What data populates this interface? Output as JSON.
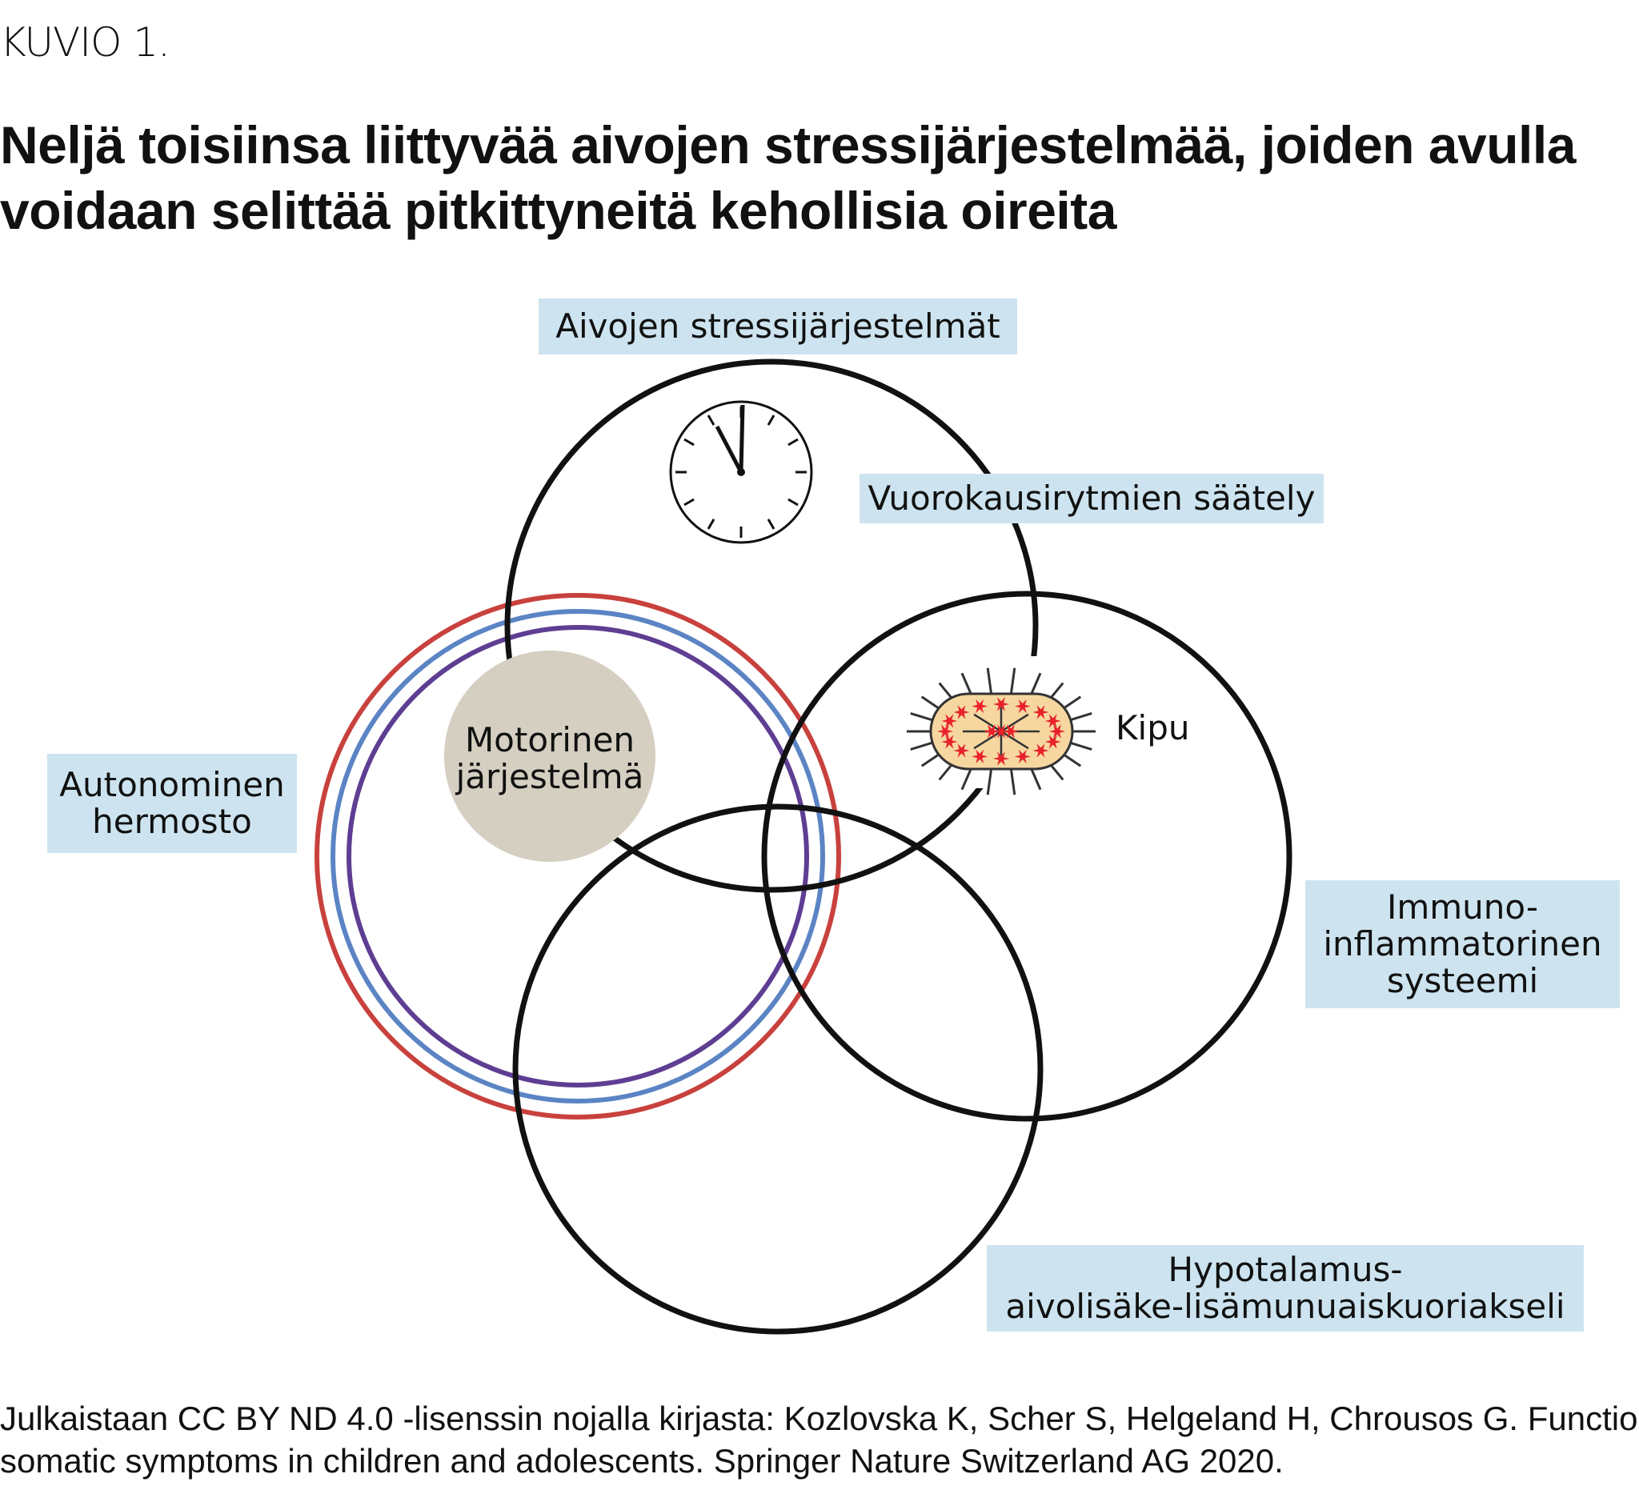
{
  "figure_label": "KUVIO 1.",
  "title": {
    "line1": "Neljä toisiinsa liittyvää aivojen stressijärjestelmää, joiden avulla",
    "line2": "voidaan selittää pitkittyneitä kehollisia oireita"
  },
  "labels": {
    "stress_systems": "Aivojen stressijärjestelmät",
    "circadian": "Vuorokausirytmien säätely",
    "pain": "Kipu",
    "motor": {
      "line1": "Motorinen",
      "line2": "järjestelmä"
    },
    "autonomic": {
      "line1": "Autonominen",
      "line2": "hermosto"
    },
    "immuno": {
      "line1": "Immuno-",
      "line2": "inflammatorinen",
      "line3": "systeemi"
    },
    "hpa": {
      "line1": "Hypotalamus-",
      "line2": "aivolisäke-lisämunuaiskuoriakseli"
    }
  },
  "icons": {
    "clock": "clock-icon",
    "pain_cell": "pain-cell-icon"
  },
  "colors": {
    "label_bg": "#cde4f0",
    "motor_fill": "#d4cfc1",
    "ring_red": "#c8413d",
    "ring_blue": "#5b84c4",
    "ring_purple": "#5e3e93",
    "circle_stroke": "#111111",
    "cell_fill": "#f6d7a0",
    "cell_star": "#e8212b"
  },
  "source": {
    "line1": "Julkaistaan CC BY ND 4.0 -lisenssin nojalla kirjasta: Kozlovska K, Scher S, Helgeland H, Chrousos G. Functional",
    "line2": "somatic symptoms in children and adolescents. Springer Nature Switzerland AG 2020."
  }
}
